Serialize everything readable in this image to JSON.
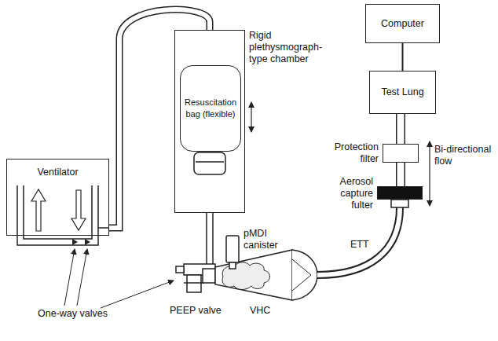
{
  "diagram": {
    "nodes": [
      {
        "text": [
          "Ventilator"
        ]
      },
      {
        "text": [
          "Rigid plethysmograph-type chamber"
        ]
      },
      {
        "text": [
          "Resuscitation bag (flexible)"
        ],
        "in": 1
      },
      {
        "text": [
          "Computer"
        ]
      },
      {
        "text": [
          "Test Lung"
        ]
      },
      {
        "text": [
          "Protection filter"
        ]
      },
      {
        "text": [
          "Aerosol capture fulter"
        ]
      }
    ],
    "edges": [
      {
        "from": 0,
        "to": 1,
        "arrow": "none"
      },
      {
        "from": 3,
        "to": 4,
        "arrow": "none"
      },
      {
        "from": 4,
        "to": 5,
        "arrow": "none"
      },
      {
        "from": 5,
        "to": 6,
        "arrow": "none"
      }
    ],
    "labels": [
      "pMDI canister",
      "PEEP valve",
      "One-way valves",
      "VHC",
      "ETT",
      "Bi-directional flow"
    ]
  }
}
